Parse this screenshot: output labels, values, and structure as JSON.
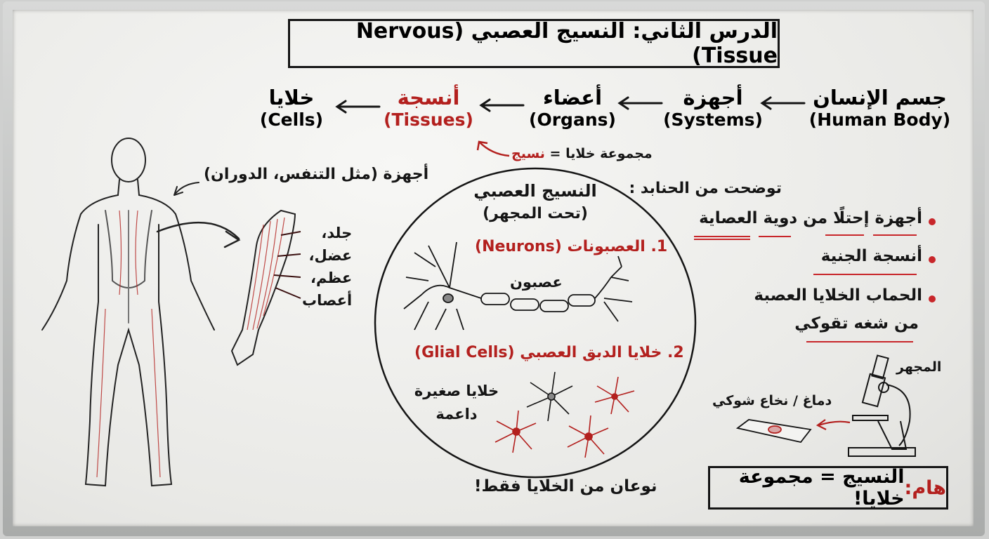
{
  "title": "الدرس الثاني: النسيج العصبي (Nervous Tissue)",
  "hierarchy": [
    {
      "ar": "جسم الإنسان",
      "en": "(Human Body)"
    },
    {
      "ar": "أجهزة",
      "en": "(Systems)"
    },
    {
      "ar": "أعضاء",
      "en": "(Organs)"
    },
    {
      "ar": "أنسجة",
      "en": "(Tissues)"
    },
    {
      "ar": "خلايا",
      "en": "(Cells)"
    }
  ],
  "tissue_note": {
    "prefix": "مجموعة خلايا = ",
    "highlight": "نسيج"
  },
  "body_label": "أجهزة (مثل التنفس، الدوران)",
  "arm_labels": [
    "جلد،",
    "عضل،",
    "عظم،",
    "أعصاب"
  ],
  "circle": {
    "title": "النسيج العصبي",
    "subtitle": "(تحت المجهر)",
    "neurons_heading": "1. العصبونات (Neurons)",
    "neuron_label": "عصبون",
    "glial_heading": "2. خلايا الدبق العصبي (Glial Cells)",
    "glial_label_1": "خلايا صغيرة",
    "glial_label_2": "داعمة",
    "footer": "نوعان من الخلايا فقط!"
  },
  "notes": {
    "heading": "توضحت من الحنابد :",
    "items": [
      "أجهزة إحتلًا من دوية العصاية",
      "أنسجة الجنية",
      "الحماب الخلايا العصبة",
      "من شغه تقوكي"
    ]
  },
  "microscope": {
    "label": "المجهر",
    "slide_label": "دماغ / نخاع شوكي"
  },
  "important": {
    "prefix": "هام:",
    "text": " النسيج = مجموعة خلايا!"
  },
  "colors": {
    "accent": "#b3201e",
    "ink": "#151515",
    "board": "#f1f1ef"
  }
}
